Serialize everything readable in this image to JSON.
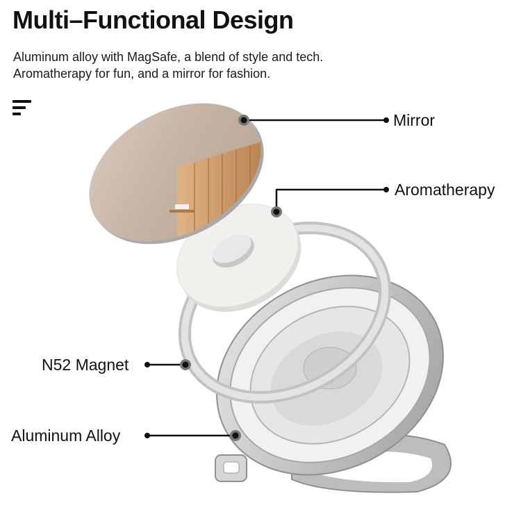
{
  "header": {
    "title": "Multi–Functional Design",
    "subtitle_lines": [
      "Aluminum alloy with MagSafe, a blend of style and tech.",
      "Aromatherapy for fun, and a mirror for fashion."
    ]
  },
  "menu": {
    "icon": "menu-lines-icon"
  },
  "callouts": {
    "mirror": "Mirror",
    "aromatherapy": "Aromatherapy",
    "magnet": "N52 Magnet",
    "alloy": "Aluminum Alloy"
  },
  "colors": {
    "text": "#111111",
    "mirror_tone": "#c8b8a8",
    "wood": "#c48a50",
    "pad": "#f2f0ec",
    "metal": "#c9c9cb",
    "metal_dark": "#9a9a9c"
  }
}
